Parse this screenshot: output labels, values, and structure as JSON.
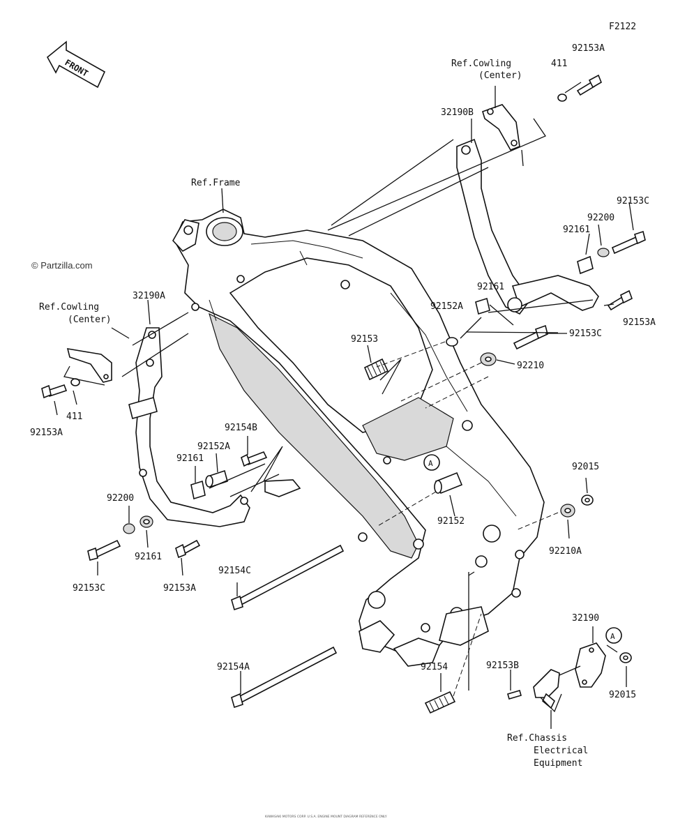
{
  "figure_code": "F2122",
  "watermark": "© Partzilla.com",
  "front_arrow": "FRONT",
  "references": {
    "frame": "Ref.Frame",
    "cowling_center_right": [
      "Ref.Cowling",
      "(Center)"
    ],
    "cowling_center_left": [
      "Ref.Cowling",
      "(Center)"
    ],
    "chassis": [
      "Ref.Chassis",
      "Electrical",
      "Equipment"
    ]
  },
  "callout_marker": "A",
  "parts": {
    "p_92153A_top": "92153A",
    "p_411_top": "411",
    "p_32190B": "32190B",
    "p_92153C_right": "92153C",
    "p_92200_right": "92200",
    "p_92161_right_upper": "92161",
    "p_92161_right_lower": "92161",
    "p_92152A_right": "92152A",
    "p_92153A_right": "92153A",
    "p_92153C_mid": "92153C",
    "p_92210": "92210",
    "p_92153": "92153",
    "p_32190A": "32190A",
    "p_92153A_left": "92153A",
    "p_411_left": "411",
    "p_92154B": "92154B",
    "p_92152A_left": "92152A",
    "p_92161_left": "92161",
    "p_92200_left": "92200",
    "p_92161_left_lower": "92161",
    "p_92153C_left": "92153C",
    "p_92153A_left_lower": "92153A",
    "p_92152": "92152",
    "p_92015_upper": "92015",
    "p_92210A": "92210A",
    "p_92154C": "92154C",
    "p_92154A": "92154A",
    "p_92154": "92154",
    "p_92153B": "92153B",
    "p_32190": "32190",
    "p_92015_lower": "92015"
  },
  "footer_fine_print": "KAWASAKI MOTORS CORP. U.S.A. ENGINE MOUNT DIAGRAM REFERENCE ONLY"
}
